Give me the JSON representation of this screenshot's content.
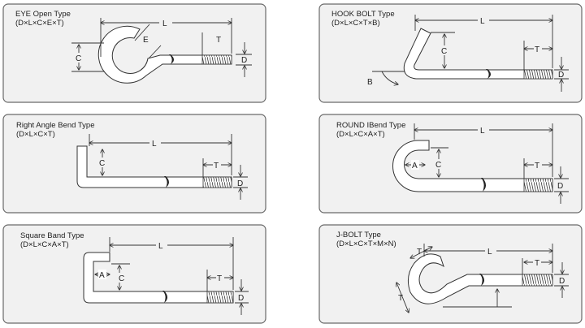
{
  "panels": [
    {
      "title": "EYE Open Type",
      "formula": "(D×L×C×E×T)",
      "dims": {
        "L": "L",
        "C": "C",
        "E": "E",
        "T": "T",
        "D": "D"
      }
    },
    {
      "title": "HOOK BOLT Type",
      "formula": "(D×L×C×T×B)",
      "dims": {
        "L": "L",
        "C": "C",
        "T": "T",
        "D": "D",
        "B": "B"
      }
    },
    {
      "title": "Right Angle Bend Type",
      "formula": "(D×L×C×T)",
      "dims": {
        "L": "L",
        "C": "C",
        "T": "T",
        "D": "D"
      }
    },
    {
      "title": "ROUND IBend Type",
      "formula": "(D×L×C×A×T)",
      "dims": {
        "L": "L",
        "A": "A",
        "C": "C",
        "T": "T",
        "D": "D"
      }
    },
    {
      "title": "Square Band Type",
      "formula": "(D×L×C×A×T)",
      "dims": {
        "L": "L",
        "A": "A",
        "C": "C",
        "T": "T",
        "D": "D"
      }
    },
    {
      "title": "J-BOLT Type",
      "formula": "(D×L×C×T×M×N)",
      "dims": {
        "L": "L",
        "T": "T",
        "D": "D",
        "M": "T",
        "N": "T"
      }
    }
  ]
}
